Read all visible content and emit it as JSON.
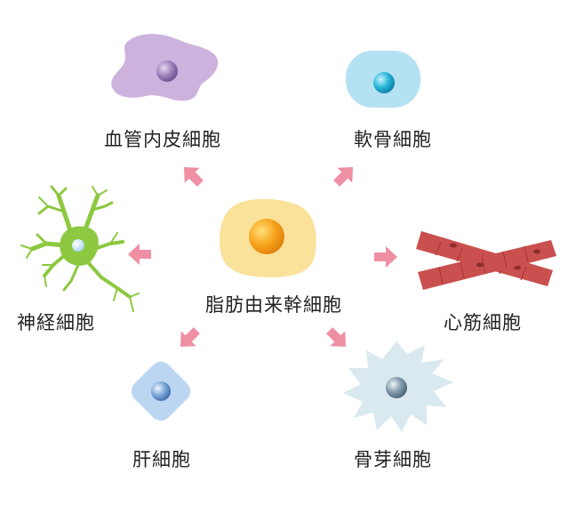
{
  "center": {
    "label": "脂肪由来幹細胞",
    "icon": "stem-cell-icon"
  },
  "cells": [
    {
      "key": "endothelial",
      "label": "血管内皮細胞",
      "icon": "endothelial-cell-icon"
    },
    {
      "key": "chondrocyte",
      "label": "軟骨細胞",
      "icon": "chondrocyte-icon"
    },
    {
      "key": "neuron",
      "label": "神経細胞",
      "icon": "neuron-icon"
    },
    {
      "key": "cardiomyocyte",
      "label": "心筋細胞",
      "icon": "cardiomyocyte-icon"
    },
    {
      "key": "hepatocyte",
      "label": "肝細胞",
      "icon": "hepatocyte-icon"
    },
    {
      "key": "osteoblast",
      "label": "骨芽細胞",
      "icon": "osteoblast-icon"
    }
  ],
  "colors": {
    "arrow": "#ee8fa3",
    "stem_cell": "#fbe29a",
    "stem_nucleus": "#f5a21a",
    "endothelial": "#cdb2de",
    "chondrocyte": "#b5e2f3",
    "neuron": "#8cc840",
    "muscle": "#c9504f",
    "hepatocyte": "#bcd6f2",
    "osteoblast": "#d9e9ef"
  }
}
